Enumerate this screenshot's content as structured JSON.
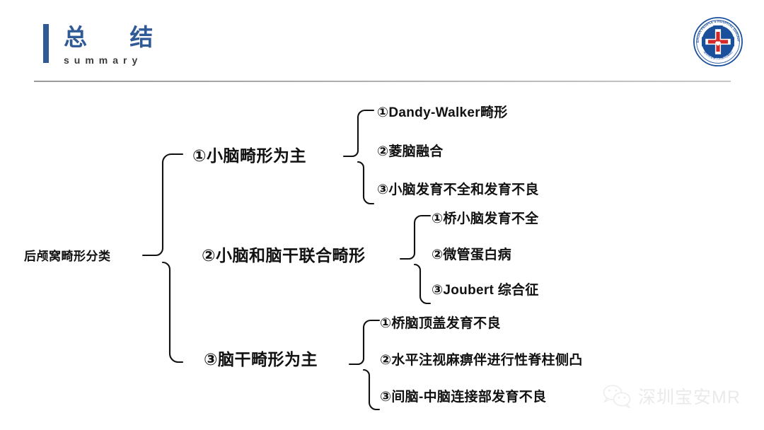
{
  "header": {
    "title_cn": "总  结",
    "title_en": "summary",
    "accent_color": "#2f5a96",
    "divider_color": "#9a9a9a"
  },
  "logo": {
    "name": "baoan-peoples-hospital-logo",
    "ring_text_en": "BAOAN PEOPLE'S HOSPITAL (GROUP)",
    "ring_text_cn": "深圳市宝安人民医院(集团)",
    "ring_color": "#1a4f9c",
    "cross_color": "#1a4f9c",
    "inner_cross_color": "#d62828"
  },
  "chart_data": {
    "type": "tree",
    "title": "后颅窝畸形分类",
    "root": {
      "label": "后颅窝畸形分类"
    },
    "branches": [
      {
        "label": "①小脑畸形为主",
        "leaves": [
          "①Dandy-Walker畸形",
          "②菱脑融合",
          "③小脑发育不全和发育不良"
        ]
      },
      {
        "label": "②小脑和脑干联合畸形",
        "leaves": [
          "①桥小脑发育不全",
          "②微管蛋白病",
          "③Joubert 综合征"
        ]
      },
      {
        "label": "③脑干畸形为主",
        "leaves": [
          "①桥脑顶盖发育不良",
          "②水平注视麻痹伴进行性脊柱侧凸",
          "③间脑-中脑连接部发育不良"
        ]
      }
    ]
  },
  "watermark": {
    "icon": "wechat-icon",
    "text": "深圳宝安MR",
    "color": "#d2d2d2"
  }
}
